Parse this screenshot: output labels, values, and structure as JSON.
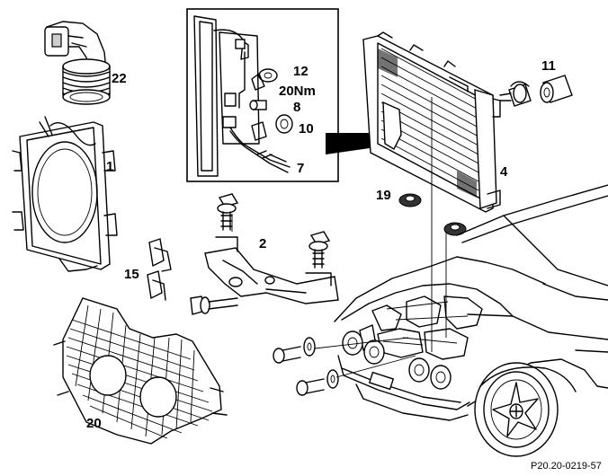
{
  "diagram": {
    "callouts": {
      "fan_shroud": "1",
      "bracket": "2",
      "radiator": "4",
      "hose_line": "7",
      "seal_ring": "8",
      "clip_10": "10",
      "hose_clamp": "11",
      "clip_12": "12",
      "spring_clip": "15",
      "rubber_mount": "19",
      "grille": "20",
      "air_duct": "22"
    },
    "torque_label": "20Nm",
    "reference_code": "P20.20-0219-57"
  }
}
